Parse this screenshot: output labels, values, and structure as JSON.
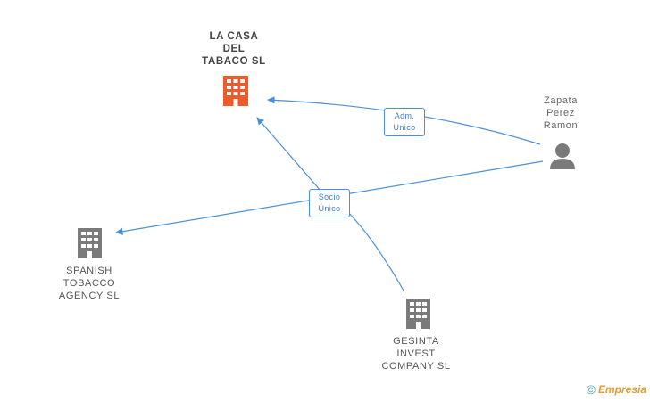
{
  "colors": {
    "edge": "#4a8fd9",
    "main_company_icon": "#f05a28",
    "company_icon": "#7a7a7a",
    "person_icon": "#7a7a7a"
  },
  "nodes": {
    "main": {
      "label": "LA CASA\nDEL\nTABACO  SL",
      "icon": "building-icon"
    },
    "spanish": {
      "label": "SPANISH\nTOBACCO\nAGENCY SL",
      "icon": "building-icon"
    },
    "gesinta": {
      "label": "GESINTA\nINVEST\nCOMPANY SL",
      "icon": "building-icon"
    },
    "person": {
      "label": "Zapata\nPerez\nRamon",
      "icon": "person-icon"
    }
  },
  "edges": {
    "adm": {
      "label": "Adm.\nUnico"
    },
    "socio": {
      "label": "Socio\nÚnico"
    }
  },
  "footer": {
    "copyright": "©",
    "brand": "Empresia"
  }
}
